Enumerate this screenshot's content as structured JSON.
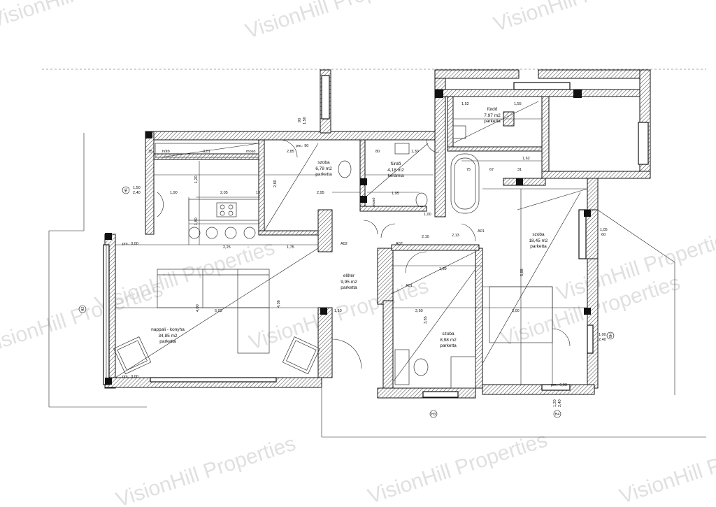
{
  "watermark": "VisionHill Properties",
  "rooms": [
    {
      "name": "szoba",
      "area": "6,78 m2",
      "floor": "parketta"
    },
    {
      "name": "fürdő",
      "area": "4,18 m2",
      "floor": "kerámia"
    },
    {
      "name": "fürdő",
      "area": "7,97 m2",
      "floor": "parketta"
    },
    {
      "name": "szoba",
      "area": "18,45 m2",
      "floor": "parketta"
    },
    {
      "name": "előtér",
      "area": "9,95 m2",
      "floor": "parketta"
    },
    {
      "name": "szoba",
      "area": "8,98 m2",
      "floor": "parketta"
    },
    {
      "name": "nappali - konyha",
      "area": "34,85 m2",
      "floor": "parketta"
    }
  ],
  "labels": {
    "hutoszekreny": "hűtő",
    "mosogep": "mosó",
    "pm90": "pm.: 90",
    "pm0_left": "pm.: 0,00",
    "pm0_bottom": "pm.: 0,00",
    "pm0_right": "pm.: 0,00",
    "a01": "A01",
    "a01b": "A01",
    "a02": "A02",
    "a02b": "A02",
    "h1": "H1",
    "h2": "H2",
    "h3": "H3",
    "h4": "H4",
    "h5": "H5",
    "mosokonyha": "mosó"
  },
  "dims": {
    "d35": "35",
    "d301": "3,01",
    "d285": "2,85",
    "d80": "80",
    "d130": "1,30",
    "d150_240": "1,50",
    "d240a": "2,40",
    "d190": "1,90",
    "d205": "2,05",
    "d15": "15",
    "d295": "2,95",
    "d260": "2,60",
    "d120": "1,20",
    "d180": "1,80",
    "d210": "2,10",
    "d225": "2,25",
    "d175": "1,75",
    "d603": "6,03",
    "d400": "4,00",
    "d436": "4,36",
    "d110": "1,10",
    "d250": "2,50",
    "d300": "3,00",
    "d588": "5,88",
    "d385": "3,85",
    "d152": "1,52",
    "d155": "1,55",
    "d162": "1,62",
    "d75": "75",
    "d67": "67",
    "d31": "31",
    "d105": "1,05",
    "d60": "60",
    "d100_240": "1,00",
    "d240b": "2,40",
    "d120b": "1,20",
    "d240c": "2,40",
    "d90": "90",
    "d150": "1,50",
    "d213": "2,13",
    "d195": "1,95",
    "d100": "1,00",
    "d189": "1,89"
  },
  "colors": {
    "wall_hatch": "#111111",
    "paper": "#ffffff",
    "watermark": "#c8c8c8"
  }
}
